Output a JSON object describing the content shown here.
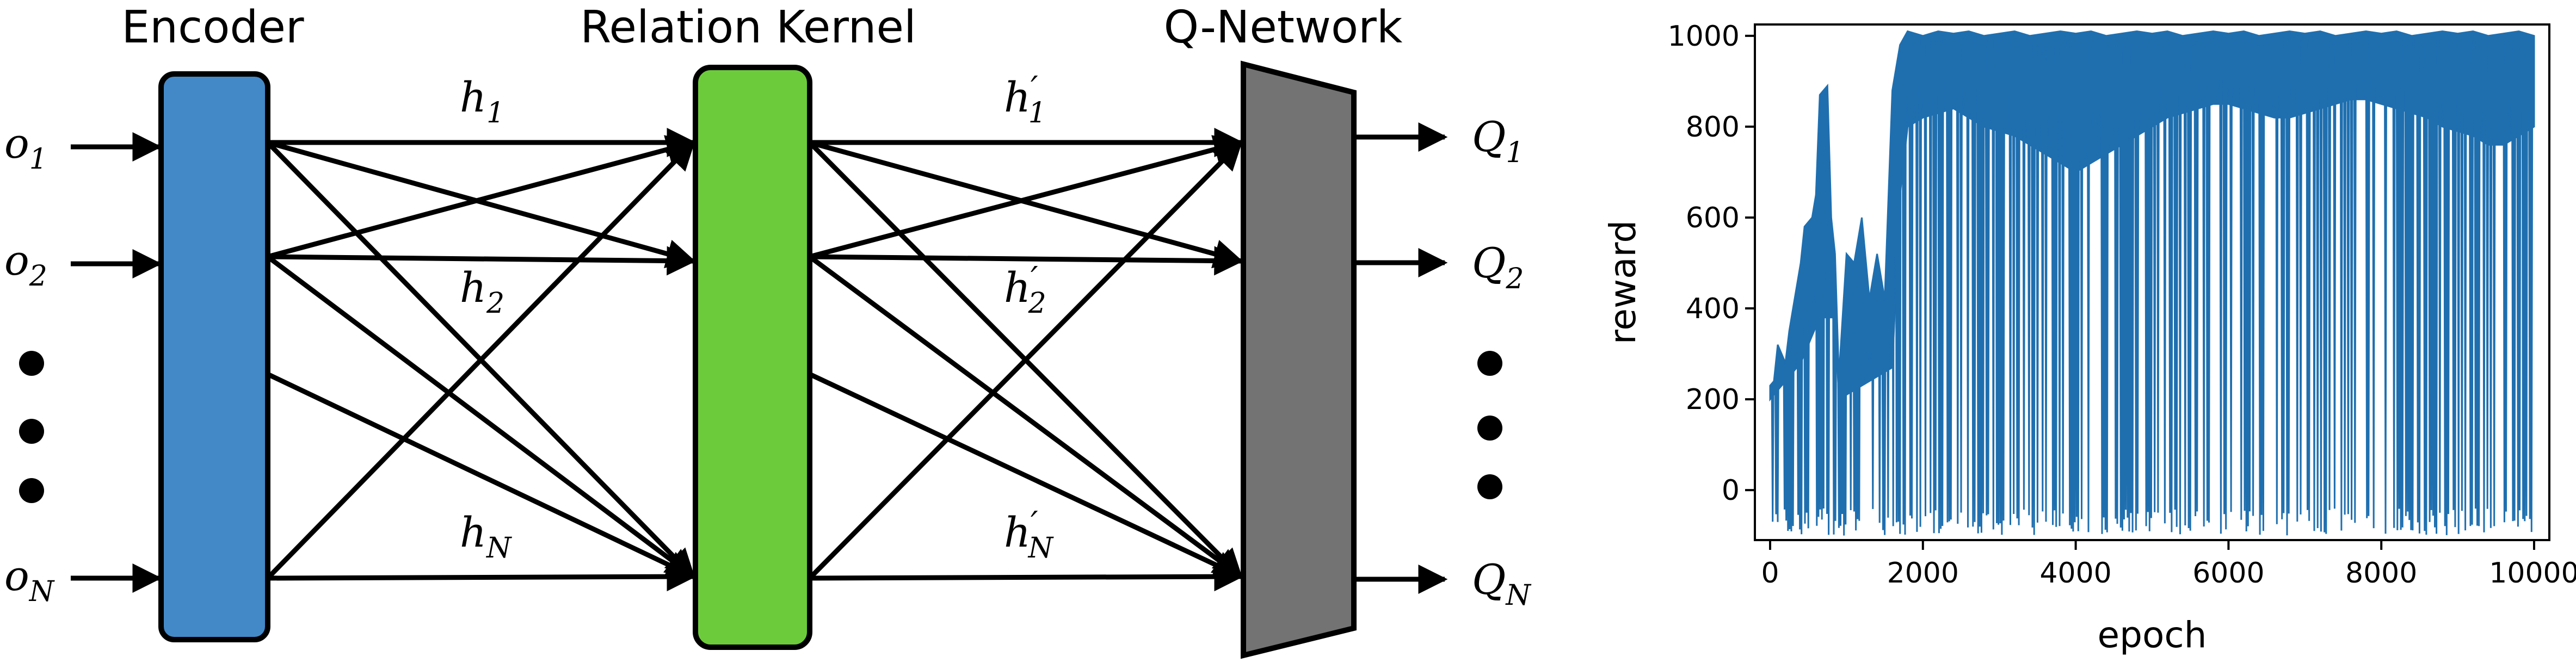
{
  "diagram": {
    "stage_labels": {
      "encoder": "Encoder",
      "relation_kernel": "Relation Kernel",
      "q_network": "Q-Network"
    },
    "inputs": {
      "o1": {
        "base": "o",
        "sub": "1"
      },
      "o2": {
        "base": "o",
        "sub": "2"
      },
      "oN": {
        "base": "o",
        "sub": "N"
      }
    },
    "hidden": {
      "h1": {
        "base": "h",
        "sub": "1"
      },
      "h2": {
        "base": "h",
        "sub": "2"
      },
      "hN": {
        "base": "h",
        "sub": "N"
      }
    },
    "hidden_prime": {
      "h1p": {
        "base": "h",
        "prime": "′",
        "sub": "1"
      },
      "h2p": {
        "base": "h",
        "prime": "′",
        "sub": "2"
      },
      "hNp": {
        "base": "h",
        "prime": "′",
        "sub": "N"
      }
    },
    "outputs": {
      "q1": {
        "base": "Q",
        "sub": "1"
      },
      "q2": {
        "base": "Q",
        "sub": "2"
      },
      "qN": {
        "base": "Q",
        "sub": "N"
      }
    },
    "colors": {
      "encoder_fill": "#4389C8",
      "relation_kernel_fill": "#6CCB3A",
      "q_network_fill": "#737373",
      "line": "#000000"
    }
  },
  "chart_data": {
    "type": "line",
    "xlabel": "epoch",
    "ylabel": "reward",
    "xlim": [
      0,
      10000
    ],
    "ylim": [
      -110,
      1025
    ],
    "xticks": [
      0,
      2000,
      4000,
      6000,
      8000,
      10000
    ],
    "yticks": [
      0,
      200,
      400,
      600,
      800,
      1000
    ],
    "xtick_labels": [
      "0",
      "2000",
      "4000",
      "6000",
      "8000",
      "10000"
    ],
    "ytick_labels": [
      "0",
      "200",
      "400",
      "600",
      "800",
      "1000"
    ],
    "series_color": "#1F6FAF",
    "grid": false,
    "series": [
      {
        "x": [
          0,
          50,
          100,
          150,
          200,
          250,
          300,
          400,
          450,
          500,
          550,
          600,
          650,
          700,
          750,
          800,
          850,
          900,
          1000,
          1100,
          1200,
          1300,
          1400,
          1500,
          1600,
          1700,
          1800,
          2000,
          2200,
          2400,
          2600,
          2800,
          3000,
          3200,
          3400,
          3600,
          3800,
          4000,
          4200,
          4400,
          4600,
          4800,
          5000,
          5200,
          5400,
          5600,
          5800,
          6000,
          6200,
          6400,
          6600,
          6800,
          7000,
          7200,
          7400,
          7600,
          7800,
          8000,
          8200,
          8400,
          8600,
          8800,
          9000,
          9200,
          9400,
          9600,
          9800,
          10000
        ],
        "upper": [
          230,
          240,
          320,
          300,
          280,
          350,
          400,
          500,
          580,
          590,
          600,
          650,
          870,
          880,
          890,
          600,
          520,
          250,
          520,
          500,
          600,
          420,
          520,
          420,
          880,
          980,
          1010,
          1000,
          1010,
          1005,
          1010,
          1000,
          1005,
          1010,
          1000,
          1005,
          1010,
          1005,
          1010,
          1000,
          1005,
          1010,
          1005,
          1010,
          1000,
          1005,
          1010,
          1005,
          1010,
          1000,
          1005,
          1010,
          1005,
          1010,
          1000,
          1005,
          1010,
          1005,
          1010,
          1000,
          1005,
          1010,
          1005,
          1010,
          1000,
          1005,
          1010,
          1000
        ],
        "lower": [
          -100,
          -100,
          -100,
          -100,
          -100,
          -100,
          -100,
          -100,
          -100,
          -100,
          -100,
          -100,
          -100,
          -100,
          -100,
          -100,
          -100,
          -100,
          -100,
          -100,
          -100,
          -100,
          -100,
          -100,
          -100,
          -100,
          -100,
          -100,
          -100,
          -100,
          -100,
          -100,
          -100,
          -100,
          -100,
          -100,
          -100,
          -100,
          -100,
          -100,
          -100,
          -100,
          -100,
          -100,
          -100,
          -100,
          -100,
          -100,
          -100,
          -100,
          -100,
          -100,
          -100,
          -100,
          -100,
          -100,
          -100,
          -100,
          -100,
          -100,
          -100,
          -100,
          -100,
          -100,
          -100,
          -100,
          -100,
          -100
        ],
        "typical_low": [
          200,
          210,
          220,
          230,
          240,
          250,
          260,
          280,
          300,
          320,
          340,
          360,
          380,
          380,
          380,
          380,
          380,
          200,
          210,
          220,
          230,
          240,
          250,
          260,
          270,
          650,
          800,
          820,
          830,
          840,
          820,
          800,
          790,
          780,
          760,
          740,
          720,
          700,
          720,
          740,
          760,
          780,
          800,
          820,
          830,
          840,
          850,
          850,
          840,
          830,
          820,
          820,
          830,
          840,
          850,
          860,
          860,
          850,
          840,
          830,
          820,
          800,
          790,
          780,
          760,
          760,
          780,
          800
        ]
      }
    ]
  }
}
